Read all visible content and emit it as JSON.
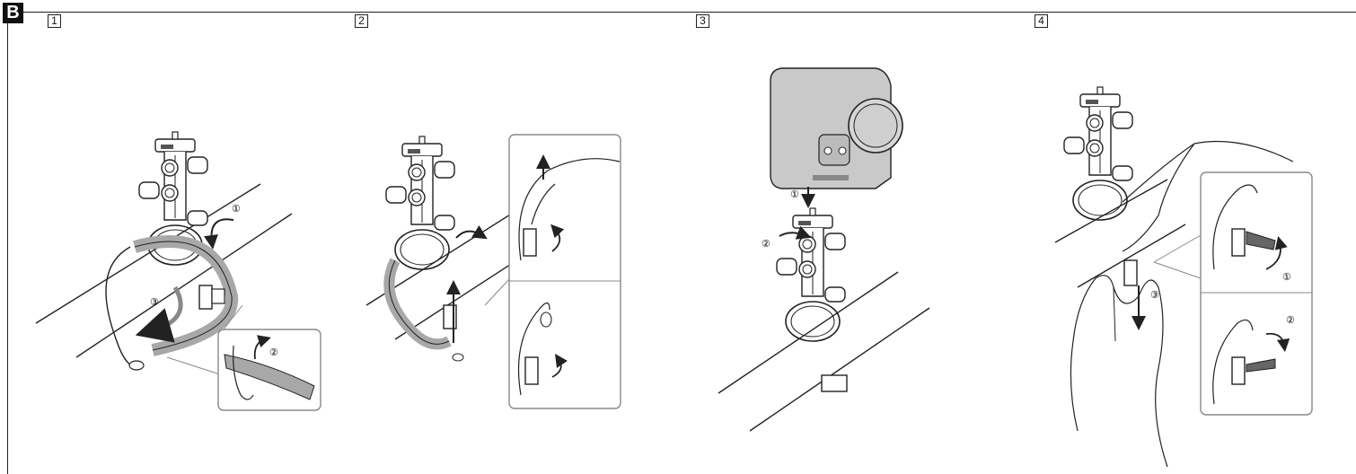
{
  "section_label": "B",
  "steps": [
    {
      "number": "1"
    },
    {
      "number": "2"
    },
    {
      "number": "3"
    },
    {
      "number": "4"
    }
  ],
  "callouts": {
    "s1": [
      "①",
      "②",
      "③"
    ],
    "s3": [
      "①",
      "②"
    ],
    "s4": [
      "①",
      "②",
      "③"
    ]
  },
  "colors": {
    "line": "#222222",
    "camera_gray": "#c9c9c9",
    "strap_gray": "#a8a8a8",
    "inset_border": "#888888"
  }
}
